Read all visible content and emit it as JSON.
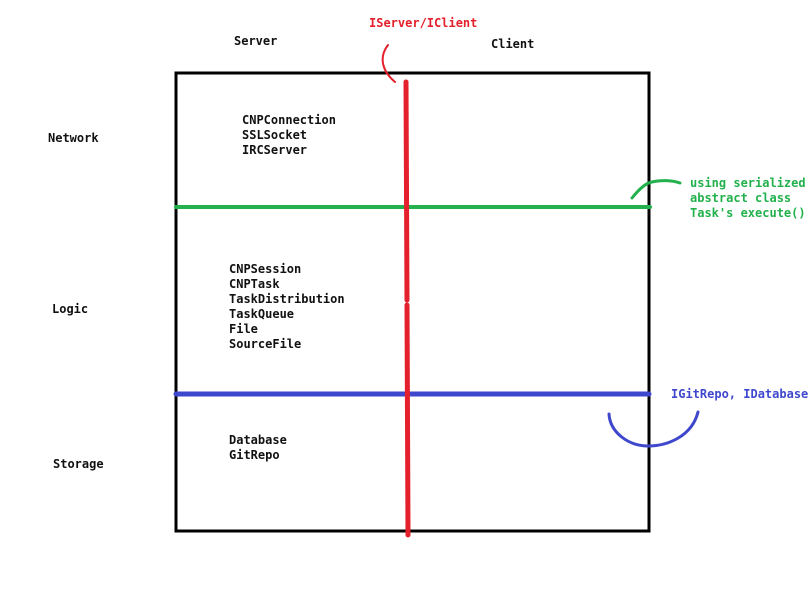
{
  "columns": {
    "server": "Server",
    "client": "Client"
  },
  "interface_label": "IServer/IClient",
  "layers": {
    "network": "Network",
    "logic": "Logic",
    "storage": "Storage"
  },
  "network_classes": [
    "CNPConnection",
    "SSLSocket",
    "IRCServer"
  ],
  "logic_classes": [
    "CNPSession",
    "CNPTask",
    "TaskDistribution",
    "TaskQueue",
    "File",
    "SourceFile"
  ],
  "storage_classes": [
    "Database",
    "GitRepo"
  ],
  "network_logic_note": [
    "using serialized",
    "abstract class",
    "Task's execute()"
  ],
  "logic_storage_note": "IGitRepo, IDatabase",
  "colors": {
    "boundary": "#000000",
    "interface_line": "#e3202b",
    "network_logic_line": "#22b14c",
    "logic_storage_line": "#3f48cc"
  }
}
